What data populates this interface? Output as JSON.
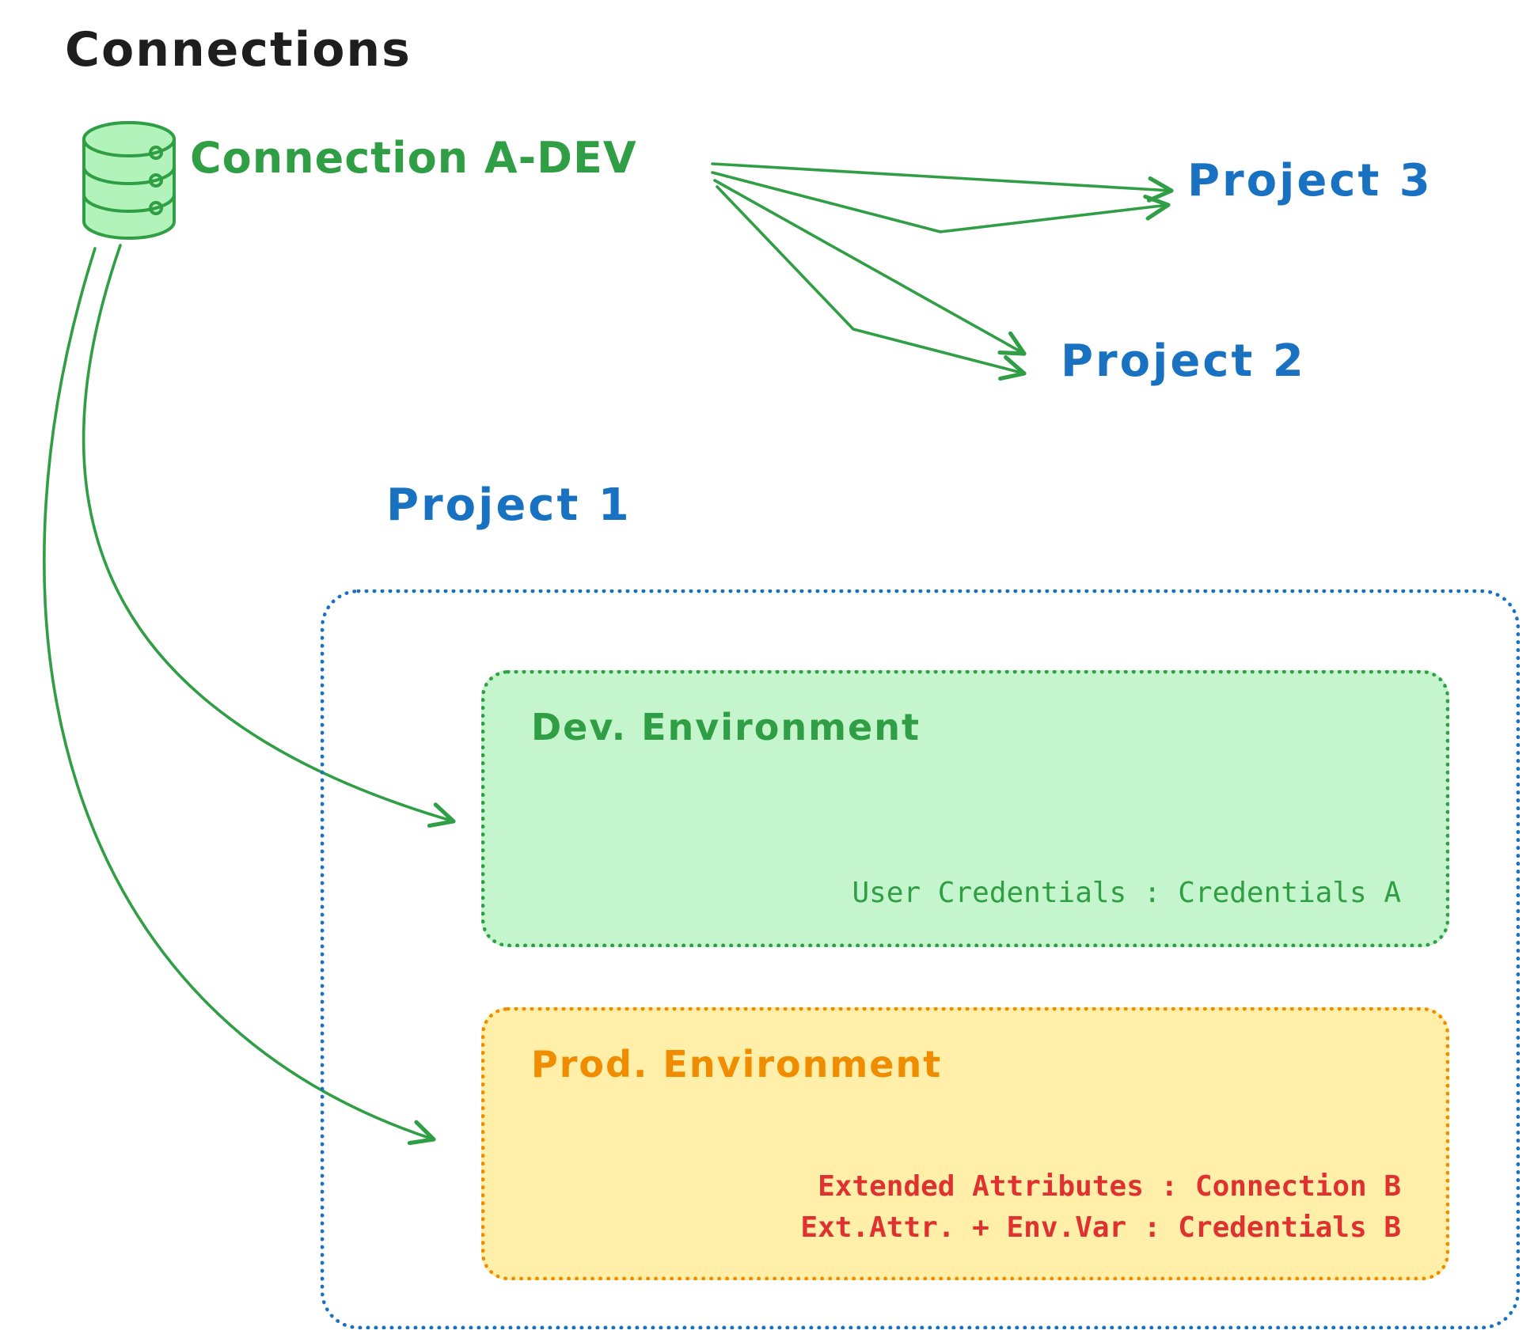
{
  "title": "Connections",
  "connection": {
    "label": "Connection A-DEV",
    "icon": "database-icon"
  },
  "projects": {
    "project1": {
      "label": "Project 1"
    },
    "project2": {
      "label": "Project 2"
    },
    "project3": {
      "label": "Project 3"
    }
  },
  "dev_env": {
    "label": "Dev. Environment",
    "credentials": "User Credentials : Credentials A"
  },
  "prod_env": {
    "label": "Prod. Environment",
    "line1": "Extended Attributes : Connection B",
    "line2": "Ext.Attr. + Env.Var : Credentials B"
  },
  "colors": {
    "green": "#2f9e44",
    "green_fill": "#b2f2bb",
    "blue": "#1971c2",
    "orange": "#f08c00",
    "orange_fill": "#ffec99",
    "red": "#e03131",
    "text_black": "#1e1e1e"
  }
}
